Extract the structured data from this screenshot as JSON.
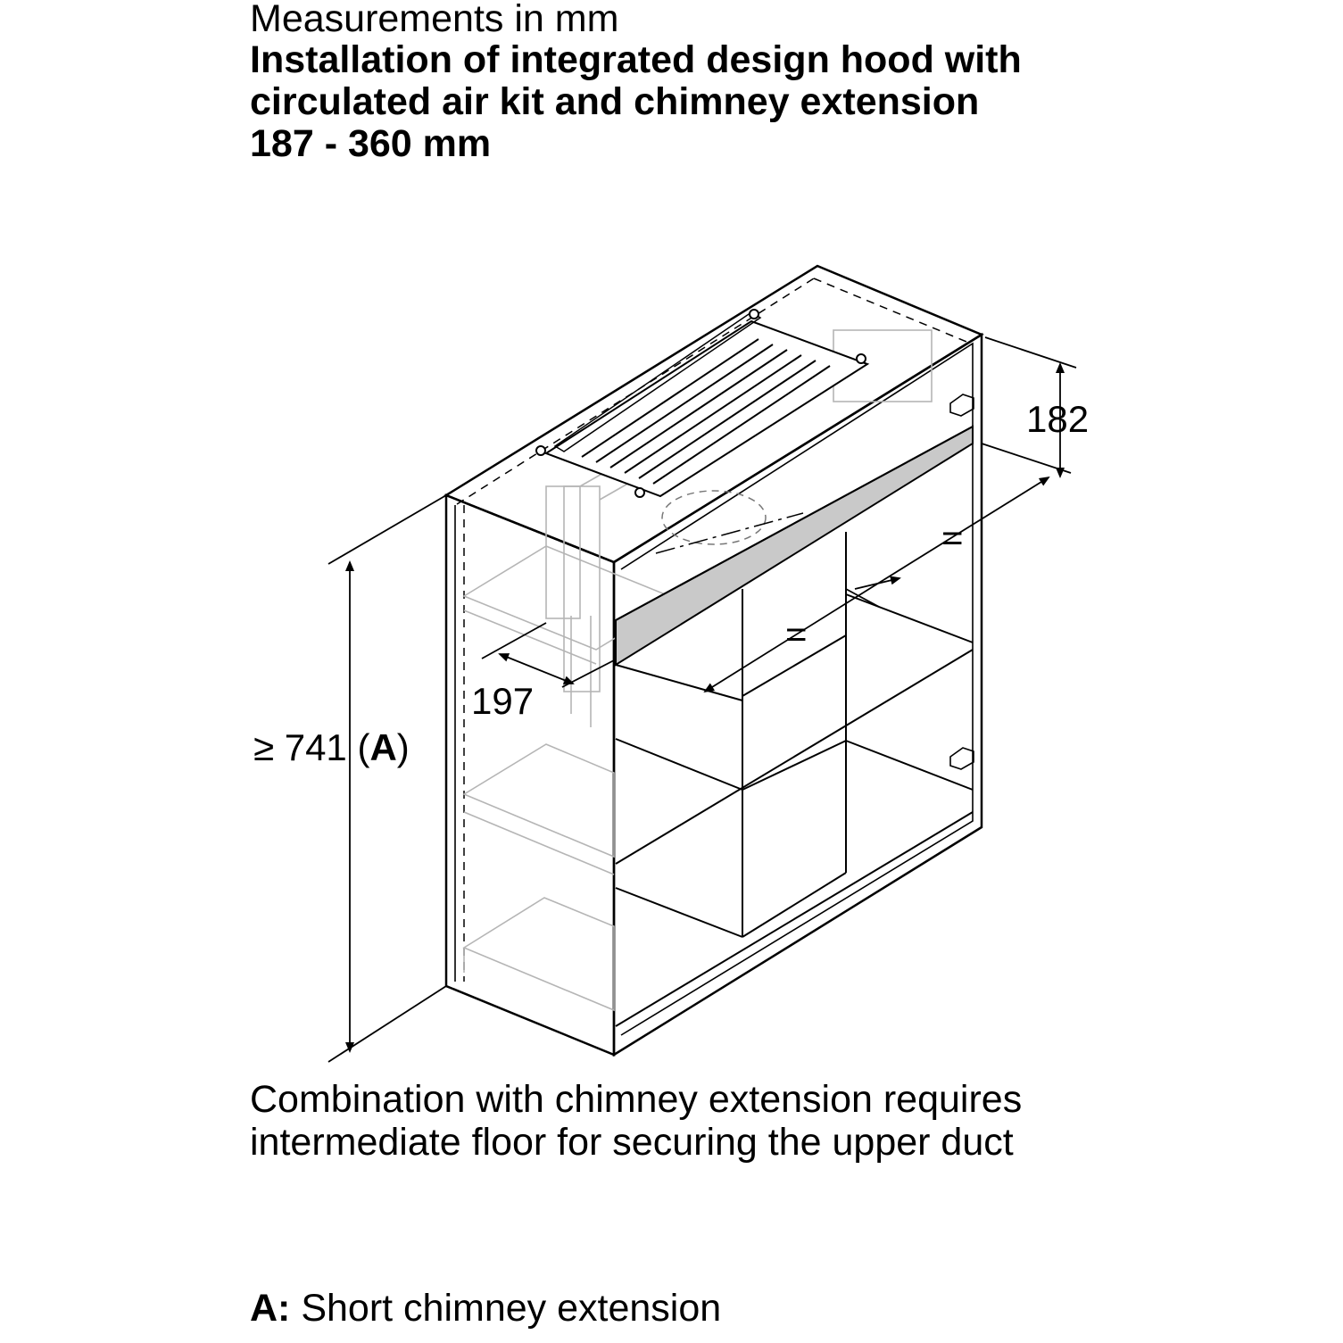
{
  "header": {
    "subtitle": "Measurements in mm",
    "title_lines": [
      "Installation of integrated design hood with",
      "circulated air kit and chimney extension",
      "187 - 360 mm"
    ]
  },
  "dimensions": {
    "height": "≥ 741 (",
    "height_ref": "A",
    "height_close": ")",
    "depth": "197",
    "top_offset": "182",
    "equal_left": "=",
    "equal_right": "="
  },
  "note_lines": [
    "Combination with chimney extension requires",
    "intermediate floor for securing the upper duct"
  ],
  "legend": {
    "key": "A:",
    "text": "Short chimney extension"
  }
}
